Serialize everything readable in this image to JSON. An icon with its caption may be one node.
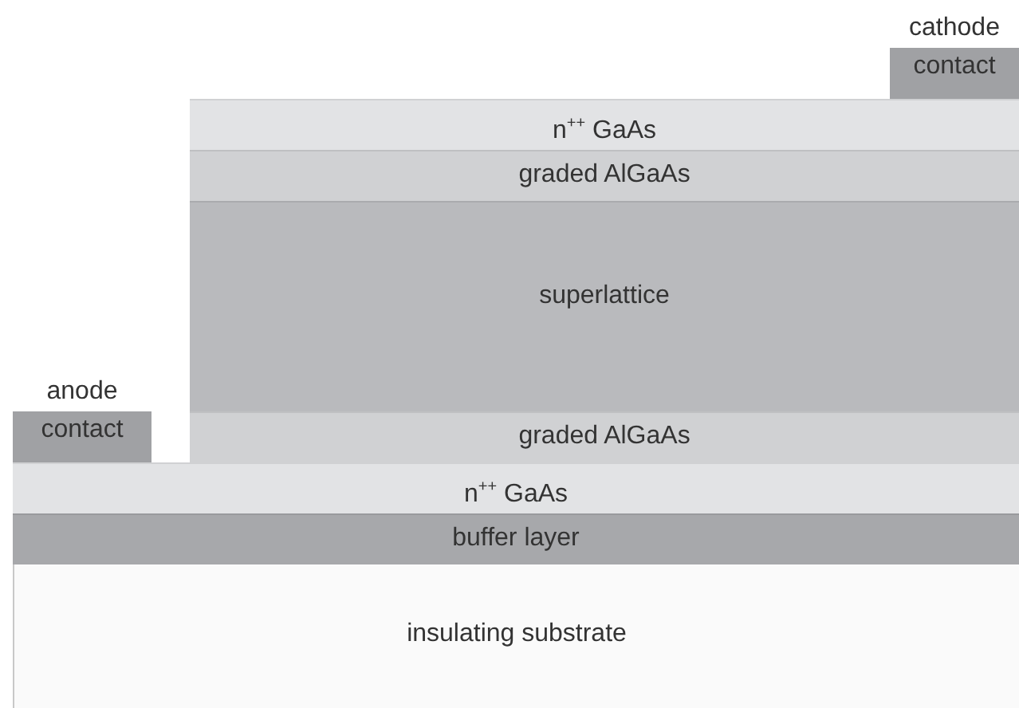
{
  "diagram": {
    "nodes": [
      {
        "text": [
          "cathode",
          "contact"
        ]
      },
      {
        "text": [
          "n$^{++}$ GaAs"
        ]
      },
      {
        "text": [
          "graded AlGaAs"
        ]
      },
      {
        "text": [
          "superlattice"
        ]
      },
      {
        "text": [
          "anode",
          "contact"
        ]
      },
      {
        "text": [
          "graded AlGaAs"
        ]
      },
      {
        "text": [
          "n$^{++}$ GaAs"
        ]
      },
      {
        "text": [
          "buffer layer"
        ]
      },
      {
        "text": [
          "insulating substrate"
        ]
      }
    ]
  }
}
